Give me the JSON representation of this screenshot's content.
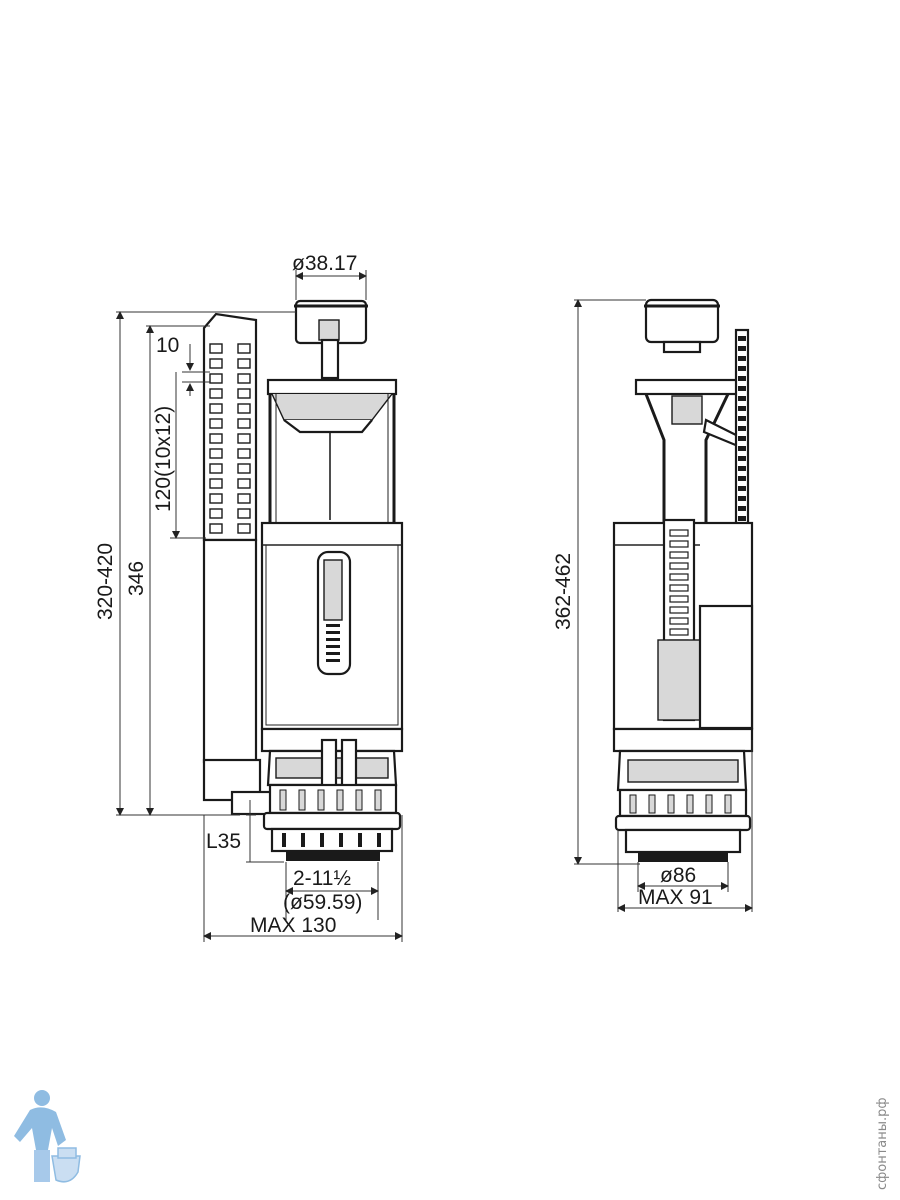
{
  "front_view": {
    "top_diameter": "ø38.17",
    "tooth_pitch": "10",
    "adjust_range": "120(10x12)",
    "height_range": "320-420",
    "height_fixed": "346",
    "side_offset": "L35",
    "thread": "2-11½",
    "thread_diameter": "(ø59.59)",
    "max_width": "MAX 130"
  },
  "side_view": {
    "height_range": "362-462",
    "base_diameter": "ø86",
    "max_width": "MAX 91"
  },
  "watermark": {
    "text": "сфонтаны.рф",
    "icon": "plumber-mascot-icon"
  },
  "colors": {
    "line": "#1a1a1a",
    "fill_gray": "#d8d8d8",
    "background": "#ffffff",
    "watermark_blue": "#6aa6d9"
  }
}
